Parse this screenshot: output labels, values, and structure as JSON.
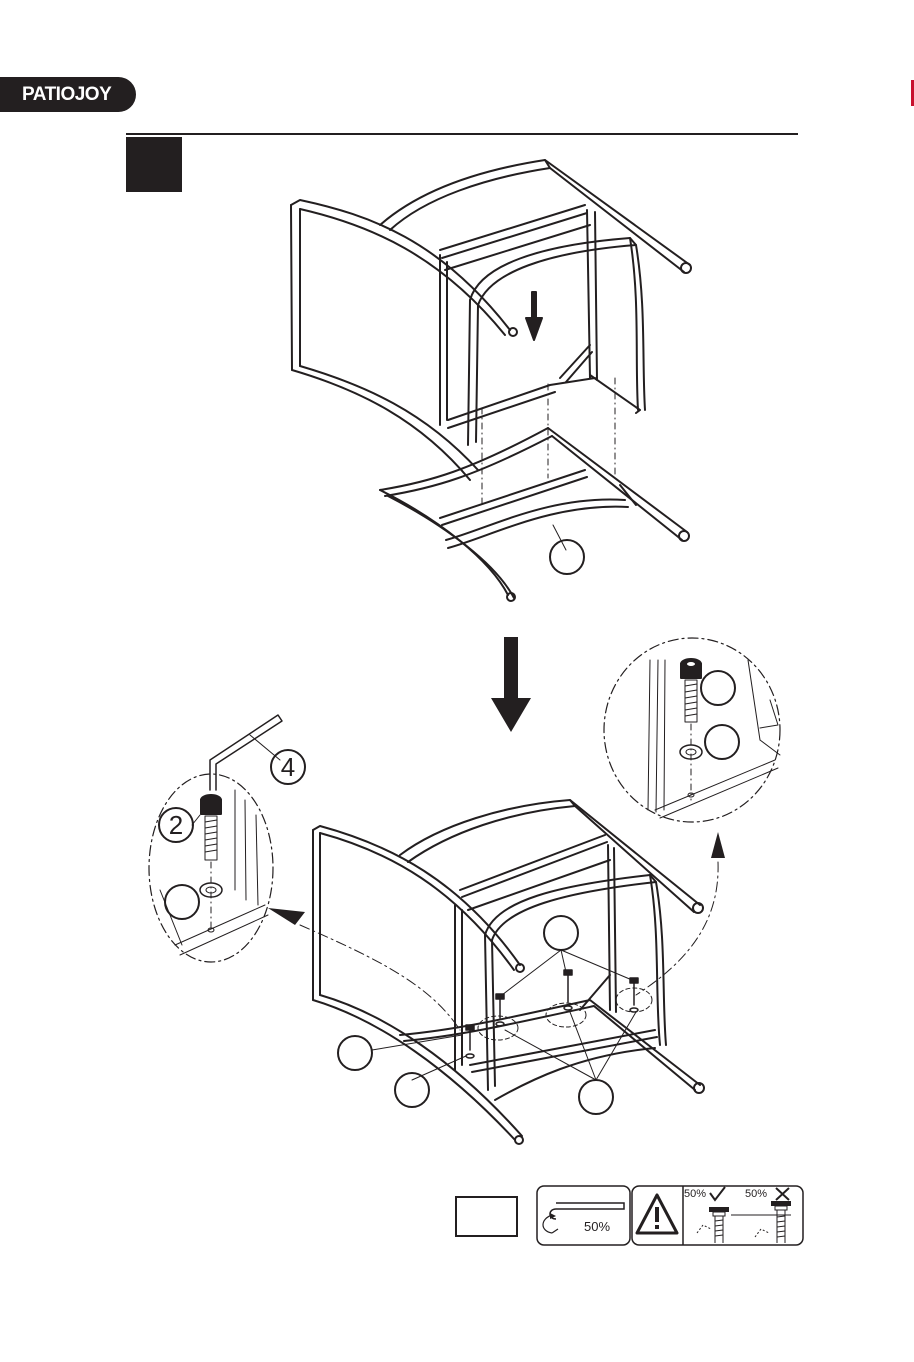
{
  "brand": {
    "name": "PATIOJOY"
  },
  "step": {
    "number": ""
  },
  "callouts": {
    "hex_key": "4",
    "bolt": "2"
  },
  "quantity": {
    "value": ""
  },
  "tool_icon": {
    "percent": "50%"
  },
  "tighten_icon": {
    "ok_percent": "50%",
    "bad_percent": "50%"
  }
}
